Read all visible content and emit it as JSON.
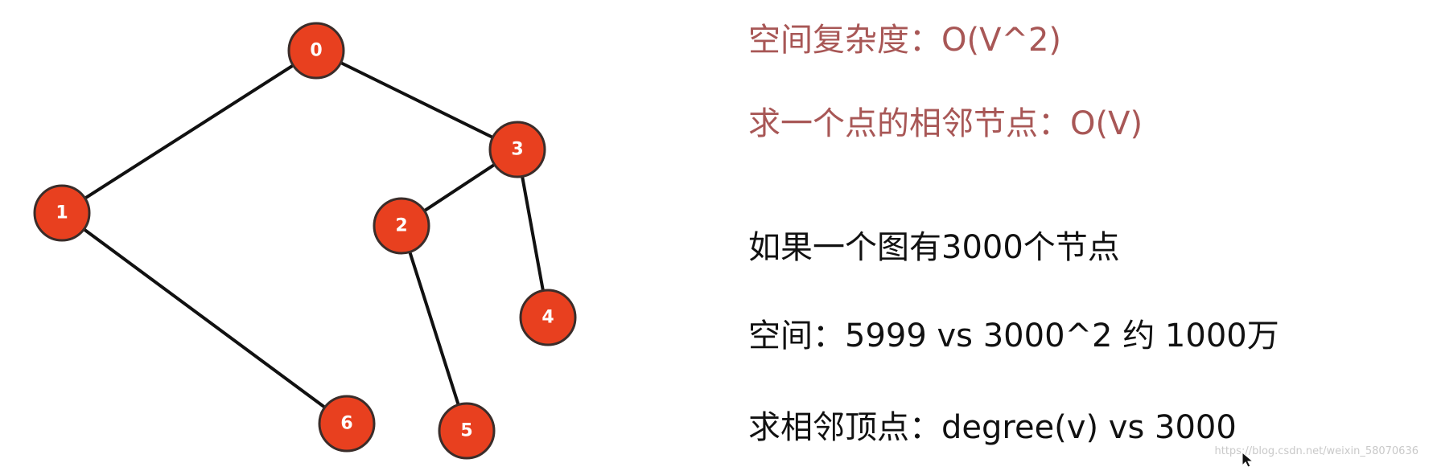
{
  "graph": {
    "nodes": [
      {
        "id": "0",
        "label": "0"
      },
      {
        "id": "1",
        "label": "1"
      },
      {
        "id": "2",
        "label": "2"
      },
      {
        "id": "3",
        "label": "3"
      },
      {
        "id": "4",
        "label": "4"
      },
      {
        "id": "5",
        "label": "5"
      },
      {
        "id": "6",
        "label": "6"
      }
    ],
    "edges": [
      [
        "0",
        "1"
      ],
      [
        "0",
        "3"
      ],
      [
        "3",
        "2"
      ],
      [
        "3",
        "4"
      ],
      [
        "2",
        "5"
      ],
      [
        "1",
        "6"
      ]
    ],
    "node_fill_color": "#e8401f",
    "node_stroke_color": "#3a2d2a",
    "edge_color": "#111111"
  },
  "notes": {
    "space_complexity": "空间复杂度：O(V^2)",
    "neighbor_complexity": "求一个点的相邻节点：O(V)",
    "example_intro": "如果一个图有3000个节点",
    "space_compare": "空间：5999 vs 3000^2 约 1000万",
    "neighbor_compare": "求相邻顶点：degree(v) vs 3000"
  },
  "colors": {
    "accent_text": "#a85756",
    "dark_text": "#111111"
  },
  "watermark": "https://blog.csdn.net/weixin_58070636"
}
